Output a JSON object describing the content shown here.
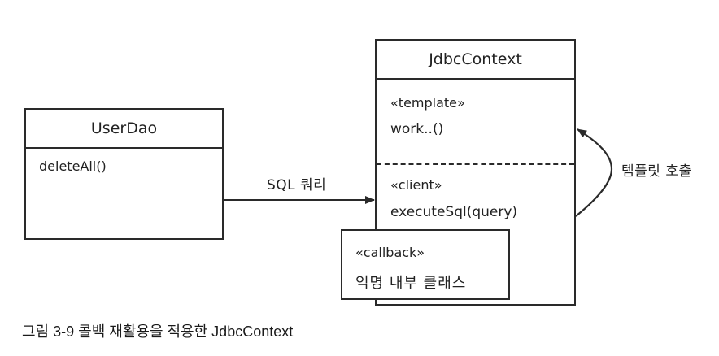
{
  "userdao": {
    "name": "UserDao",
    "methods": [
      "deleteAll()"
    ]
  },
  "jdbc_context": {
    "name": "JdbcContext",
    "template_section": {
      "stereotype": "«template»",
      "method": "work..()"
    },
    "client_section": {
      "stereotype": "«client»",
      "method": "executeSql(query)"
    }
  },
  "callback": {
    "stereotype": "«callback»",
    "label": "익명 내부 클래스"
  },
  "arrows": {
    "sql_query_label": "SQL 쿼리",
    "template_call_label": "템플릿 호출"
  },
  "caption": "그림 3-9 콜백 재활용을 적용한 JdbcContext",
  "colors": {
    "line": "#2a2a2a",
    "background": "#ffffff"
  }
}
